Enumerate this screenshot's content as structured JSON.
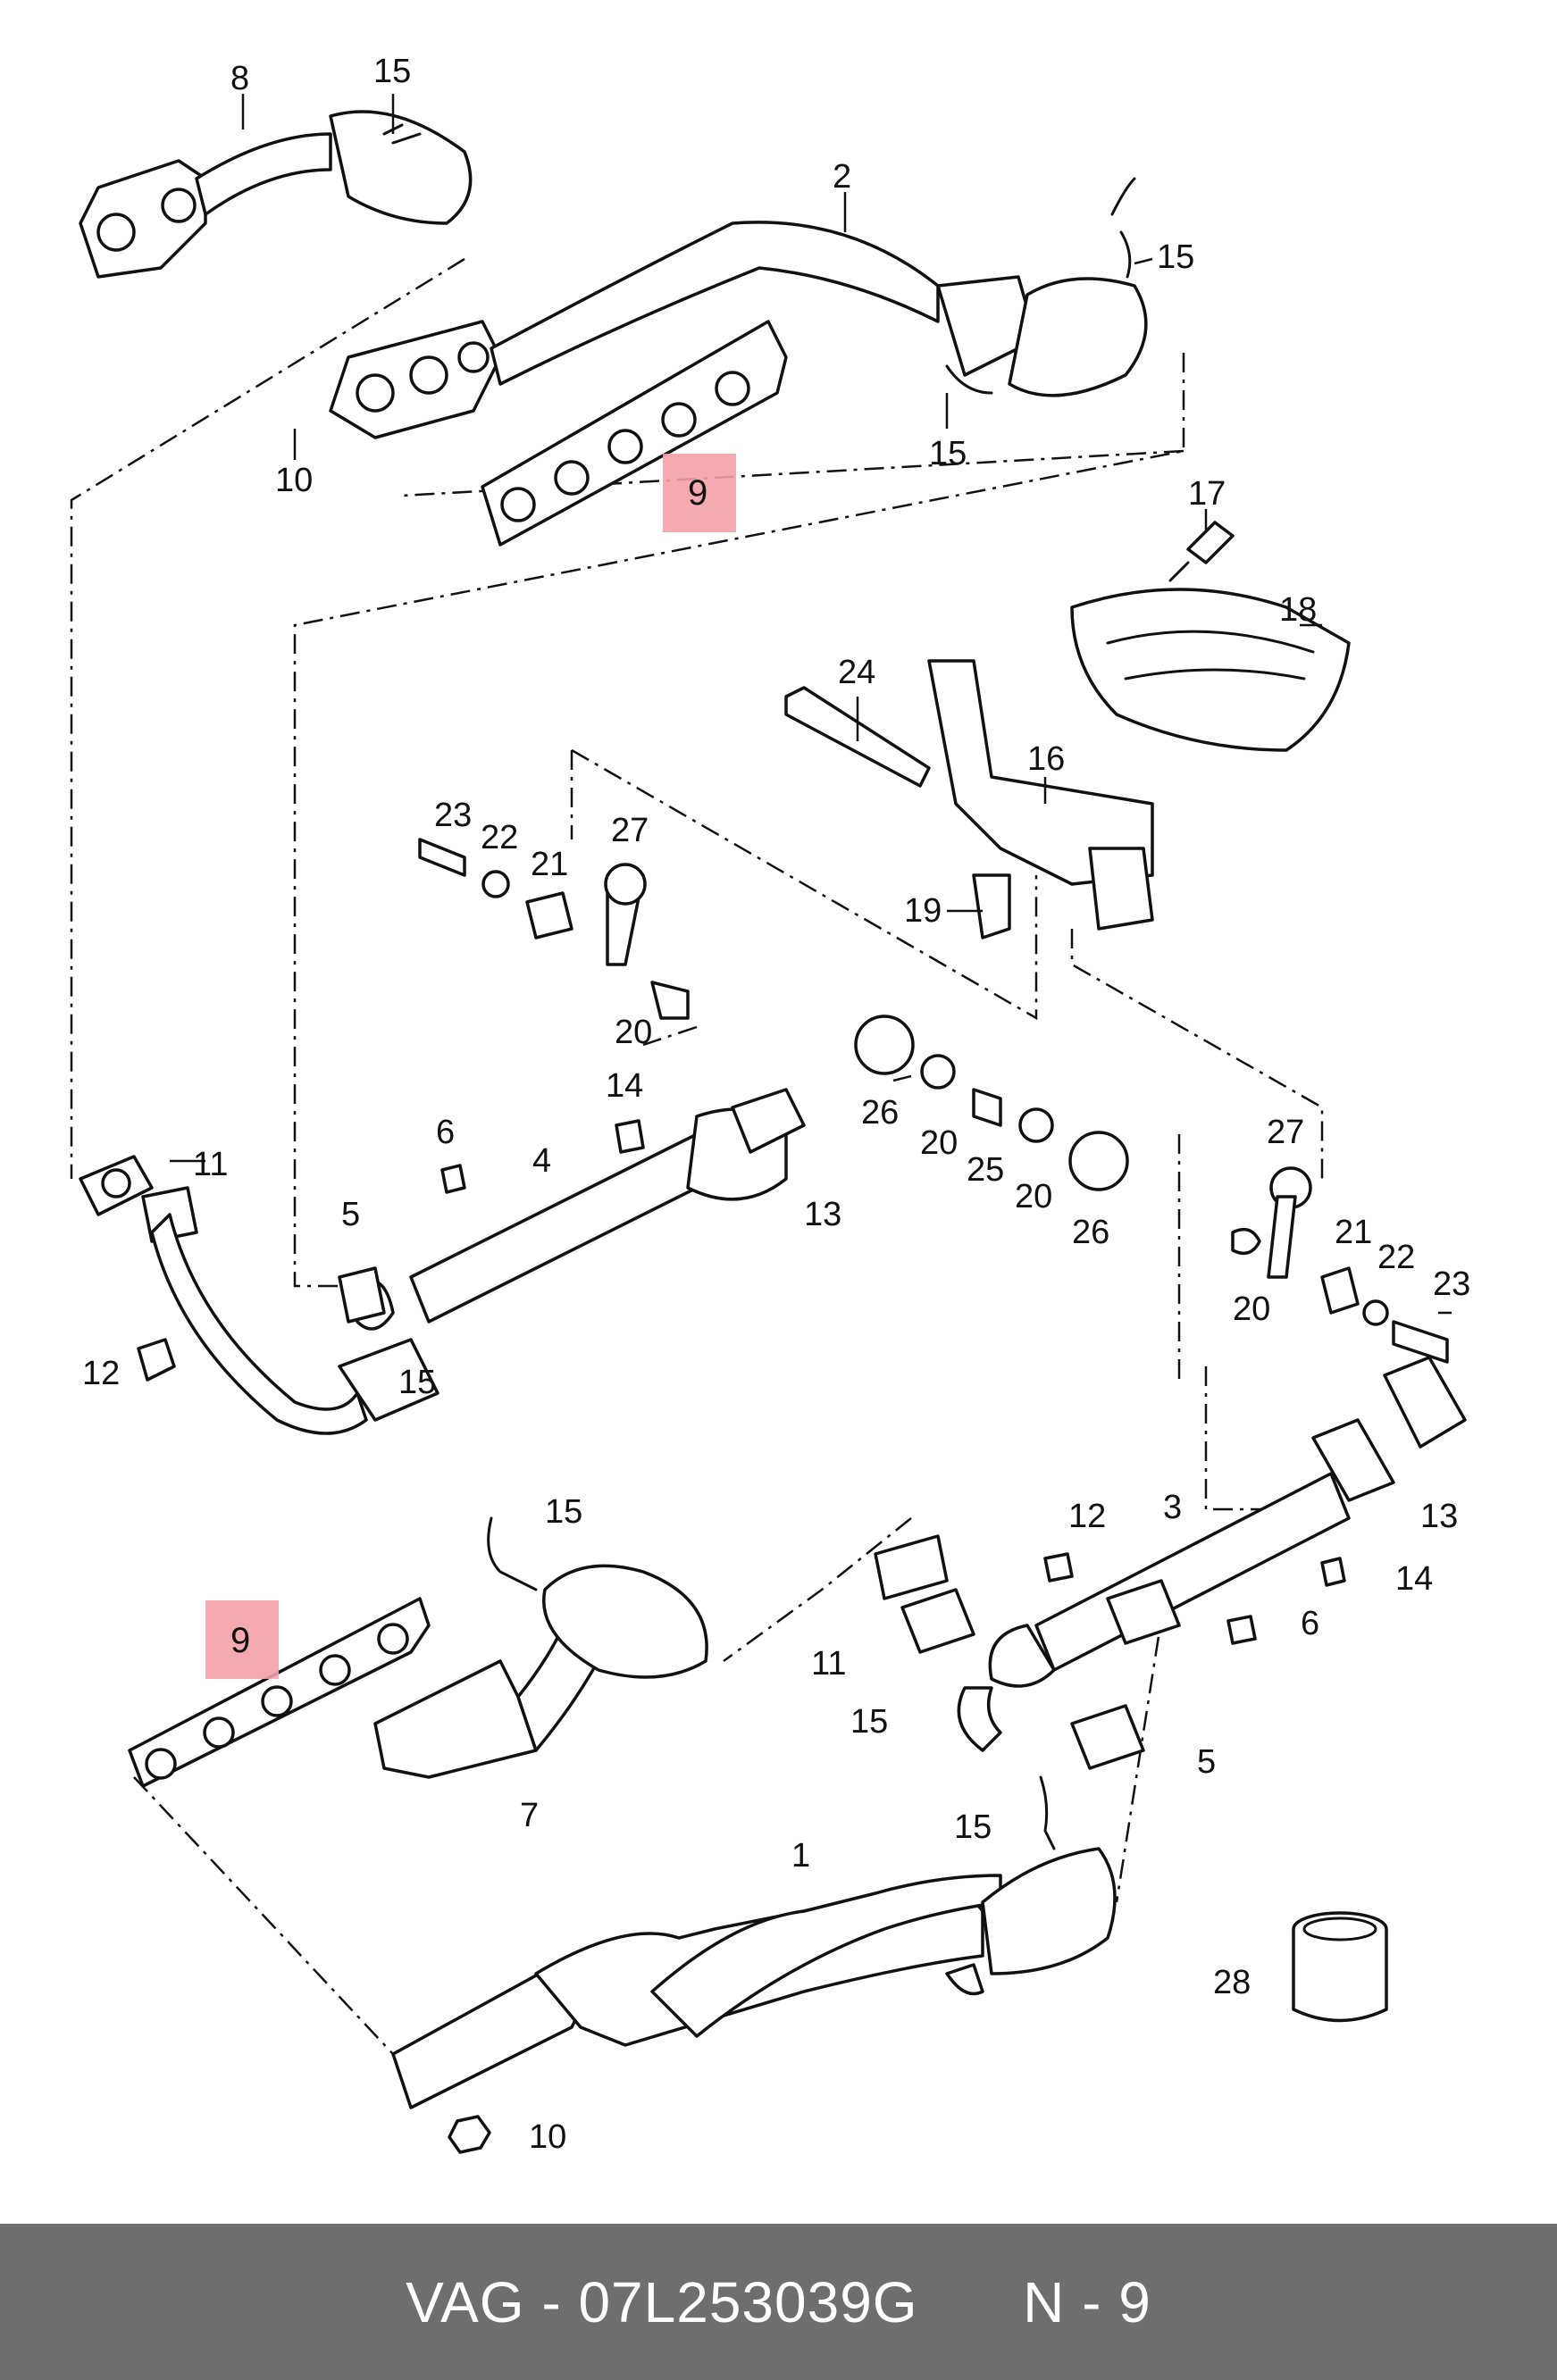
{
  "footer": {
    "brand": "VAG",
    "dash": "-",
    "part_number": "07L253039G",
    "position_label": "N - 9"
  },
  "highlight_color": "#f4a0a8",
  "callouts": {
    "c8": "8",
    "c15a": "15",
    "c2": "2",
    "c15b": "15",
    "c10a": "10",
    "c9a": "9",
    "c15c": "15",
    "c17": "17",
    "c18": "18",
    "c24": "24",
    "c16": "16",
    "c23a": "23",
    "c22a": "22",
    "c27a": "27",
    "c21a": "21",
    "c19": "19",
    "c20a": "20",
    "c14a": "14",
    "c6a": "6",
    "c4": "4",
    "c26a": "26",
    "c20b": "20",
    "c25": "25",
    "c20c": "20",
    "c26b": "26",
    "c11a": "11",
    "c5a": "5",
    "c13a": "13",
    "c27b": "27",
    "c21b": "21",
    "c22b": "22",
    "c23b": "23",
    "c20d": "20",
    "c12a": "12",
    "c15d": "15",
    "c15e": "15",
    "c12b": "12",
    "c3": "3",
    "c13b": "13",
    "c14b": "14",
    "c6b": "6",
    "c11b": "11",
    "c15f": "15",
    "c5b": "5",
    "c9b": "9",
    "c7": "7",
    "c15g": "15",
    "c1": "1",
    "c28": "28",
    "c10b": "10"
  }
}
